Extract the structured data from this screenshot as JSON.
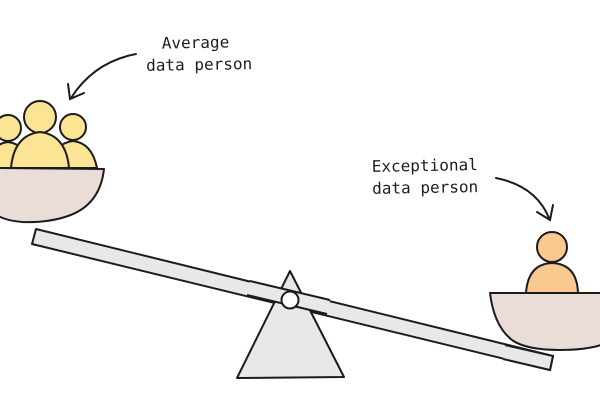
{
  "labels": {
    "average": {
      "line1": "Average",
      "line2": "data person"
    },
    "exceptional": {
      "line1": "Exceptional",
      "line2": "data person"
    }
  },
  "colors": {
    "stroke": "#1c1c1c",
    "bowl_fill": "#eadcd6",
    "average_person_fill": "#fbe493",
    "exceptional_person_fill": "#f9c98f",
    "beam_fill": "#e6e8ea",
    "fulcrum_fill": "#e6e8ea",
    "pivot_fill": "#ffffff"
  },
  "icons": {
    "arrow_average": "curved-arrow-icon",
    "arrow_exceptional": "curved-arrow-icon"
  }
}
